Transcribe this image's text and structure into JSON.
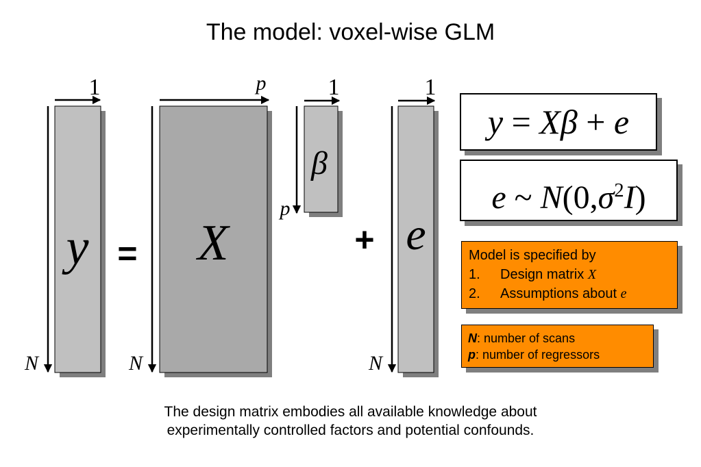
{
  "title": "The model: voxel-wise GLM",
  "matrices": {
    "y": {
      "symbol": "y",
      "col_label": "1",
      "row_label": "N"
    },
    "equals": "=",
    "X": {
      "symbol": "X",
      "col_label": "p",
      "row_label": "N"
    },
    "beta": {
      "symbol": "β",
      "col_label": "1",
      "row_label": "p"
    },
    "plus": "+",
    "e": {
      "symbol": "e",
      "col_label": "1",
      "row_label": "N"
    }
  },
  "equations": {
    "model": {
      "y": "y",
      "eq": "=",
      "X": "X",
      "beta": "β",
      "plus": "+",
      "e": "e"
    },
    "error": {
      "e": "e",
      "tilde": "~",
      "N": "N",
      "open": "(0,",
      "sigma": "σ",
      "sup": "2",
      "I": "I",
      "close": ")"
    }
  },
  "spec_box": {
    "heading": "Model is specified by",
    "items": [
      {
        "num": "1.",
        "text": "Design matrix ",
        "symbol": "X"
      },
      {
        "num": "2.",
        "text": "Assumptions about ",
        "symbol": "e"
      }
    ]
  },
  "legend_box": {
    "N_symbol": "N",
    "N_text": ": number of scans",
    "p_symbol": "p",
    "p_text": ": number of regressors"
  },
  "footer": {
    "line1": "The design matrix embodies all available knowledge about",
    "line2": "experimentally controlled factors and potential confounds."
  },
  "colors": {
    "matrix_fill_light": "#c0c0c0",
    "matrix_fill_dark": "#a9a9a9",
    "shadow": "#7f7f7f",
    "orange": "#ff8c00"
  }
}
